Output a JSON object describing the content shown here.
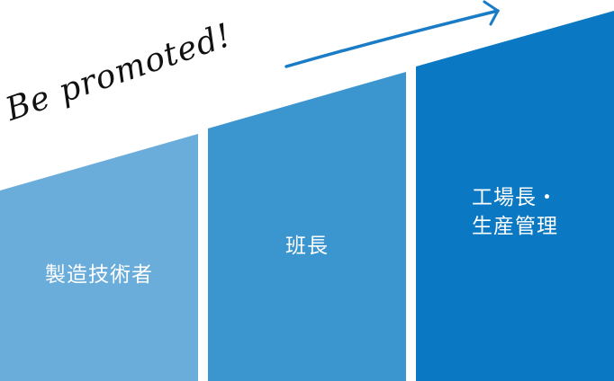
{
  "slogan": "Be promoted!",
  "colors": {
    "step1": "#6aaddb",
    "step2": "#3b95cf",
    "step3": "#0a78c2",
    "arrow": "#1a7cc6"
  },
  "steps": [
    {
      "label": "製造技術者"
    },
    {
      "label": "班長"
    },
    {
      "label_line1": "工場長・",
      "label_line2": "生産管理"
    }
  ]
}
